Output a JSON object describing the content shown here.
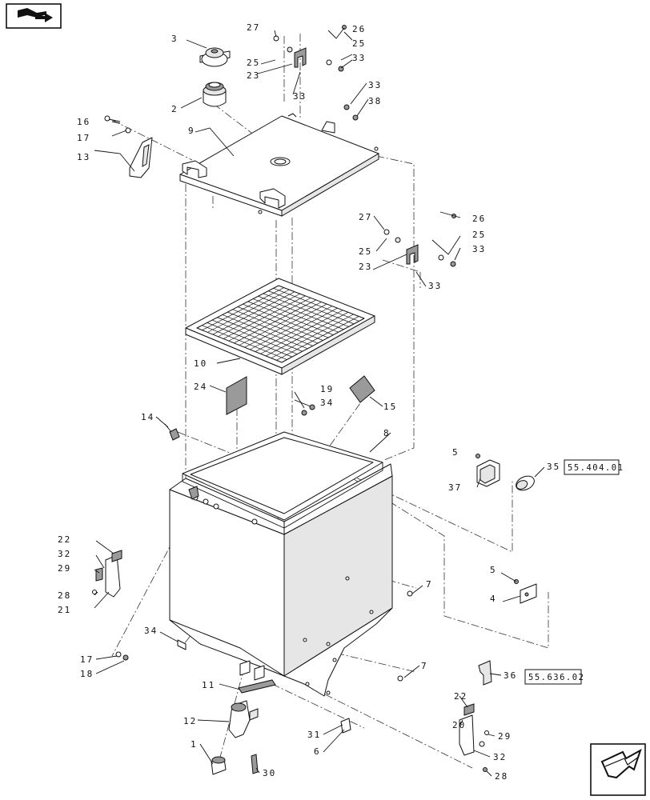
{
  "toolbar": {
    "top_icon": "book-return-icon",
    "bottom_icon": "next-page-arrow-icon"
  },
  "callouts": [
    {
      "id": "c1",
      "text": "1"
    },
    {
      "id": "c2",
      "text": "2"
    },
    {
      "id": "c3",
      "text": "3"
    },
    {
      "id": "c4",
      "text": "4"
    },
    {
      "id": "c5a",
      "text": "5"
    },
    {
      "id": "c5b",
      "text": "5"
    },
    {
      "id": "c6",
      "text": "6"
    },
    {
      "id": "c7a",
      "text": "7"
    },
    {
      "id": "c7b",
      "text": "7"
    },
    {
      "id": "c8",
      "text": "8"
    },
    {
      "id": "c9",
      "text": "9"
    },
    {
      "id": "c10",
      "text": "10"
    },
    {
      "id": "c11",
      "text": "11"
    },
    {
      "id": "c12",
      "text": "12"
    },
    {
      "id": "c13",
      "text": "13"
    },
    {
      "id": "c14",
      "text": "14"
    },
    {
      "id": "c15",
      "text": "15"
    },
    {
      "id": "c16",
      "text": "16"
    },
    {
      "id": "c17a",
      "text": "17"
    },
    {
      "id": "c17b",
      "text": "17"
    },
    {
      "id": "c18",
      "text": "18"
    },
    {
      "id": "c19",
      "text": "19"
    },
    {
      "id": "c20",
      "text": "20"
    },
    {
      "id": "c21",
      "text": "21"
    },
    {
      "id": "c22a",
      "text": "22"
    },
    {
      "id": "c22b",
      "text": "22"
    },
    {
      "id": "c23a",
      "text": "23"
    },
    {
      "id": "c23b",
      "text": "23"
    },
    {
      "id": "c24",
      "text": "24"
    },
    {
      "id": "c25a",
      "text": "25"
    },
    {
      "id": "c25b",
      "text": "25"
    },
    {
      "id": "c25c",
      "text": "25"
    },
    {
      "id": "c25d",
      "text": "25"
    },
    {
      "id": "c26a",
      "text": "26"
    },
    {
      "id": "c26b",
      "text": "26"
    },
    {
      "id": "c27a",
      "text": "27"
    },
    {
      "id": "c27b",
      "text": "27"
    },
    {
      "id": "c28a",
      "text": "28"
    },
    {
      "id": "c28b",
      "text": "28"
    },
    {
      "id": "c29a",
      "text": "29"
    },
    {
      "id": "c29b",
      "text": "29"
    },
    {
      "id": "c30",
      "text": "30"
    },
    {
      "id": "c31",
      "text": "31"
    },
    {
      "id": "c32a",
      "text": "32"
    },
    {
      "id": "c32b",
      "text": "32"
    },
    {
      "id": "c33a",
      "text": "33"
    },
    {
      "id": "c33b",
      "text": "33"
    },
    {
      "id": "c33c",
      "text": "33"
    },
    {
      "id": "c33d",
      "text": "33"
    },
    {
      "id": "c33e",
      "text": "33"
    },
    {
      "id": "c34a",
      "text": "34"
    },
    {
      "id": "c34b",
      "text": "34"
    },
    {
      "id": "c35",
      "text": "35"
    },
    {
      "id": "c36",
      "text": "36"
    },
    {
      "id": "c37",
      "text": "37"
    },
    {
      "id": "c38",
      "text": "38"
    }
  ],
  "references": {
    "ref_35": "55.404.01",
    "ref_36": "55.636.02"
  }
}
